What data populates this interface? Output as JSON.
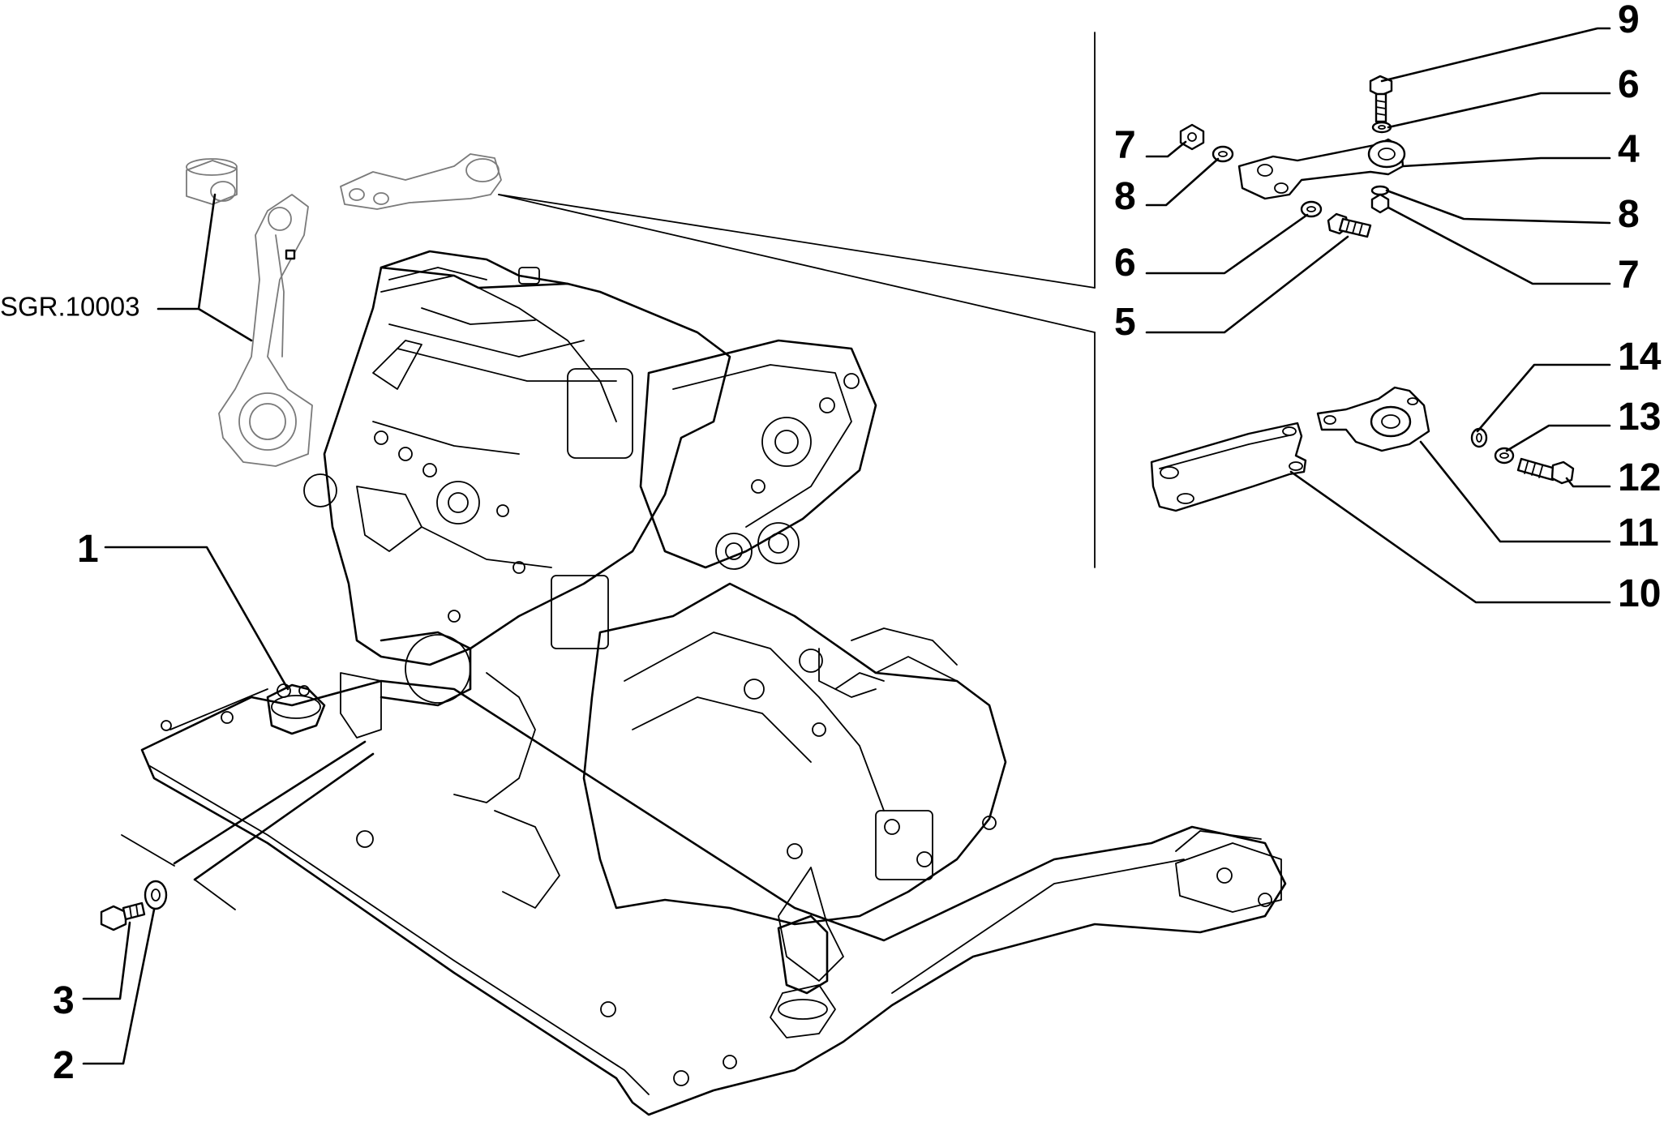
{
  "reference_label": "SGR.10003",
  "callouts": [
    "1",
    "2",
    "3",
    "4",
    "5",
    "6",
    "6",
    "7",
    "7",
    "8",
    "8",
    "9",
    "10",
    "11",
    "12",
    "13",
    "14"
  ]
}
